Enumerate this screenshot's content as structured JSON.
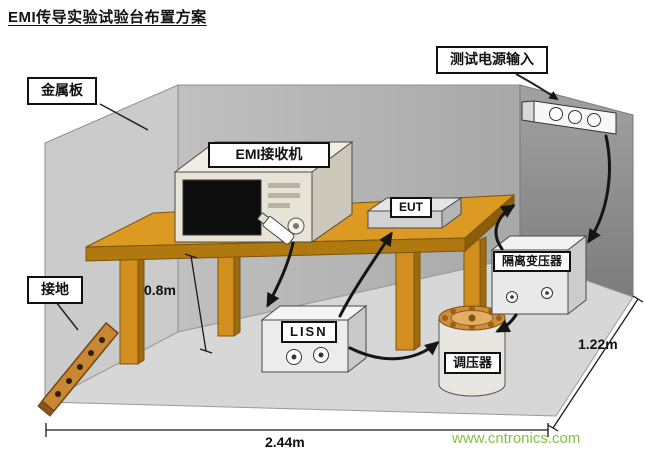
{
  "title": "EMI传导实验试验台布置方案",
  "labels": {
    "metal_plate": "金属板",
    "test_power_input": "测试电源输入",
    "emi_receiver": "EMI接收机",
    "eut": "EUT",
    "ground": "接地",
    "lisn": "LISN",
    "regulator": "调压器",
    "isolation_transformer": "隔离变压器"
  },
  "dimensions": {
    "table_height": "0.8m",
    "bench_width": "2.44m",
    "bench_depth": "1.22m"
  },
  "watermark": "www.cntronics.com",
  "colors": {
    "watermark-green": "#85c441",
    "table-wood": "#dc9a22",
    "copper-strip": "#c98633",
    "regulator-coil": "#cf8f3e"
  }
}
